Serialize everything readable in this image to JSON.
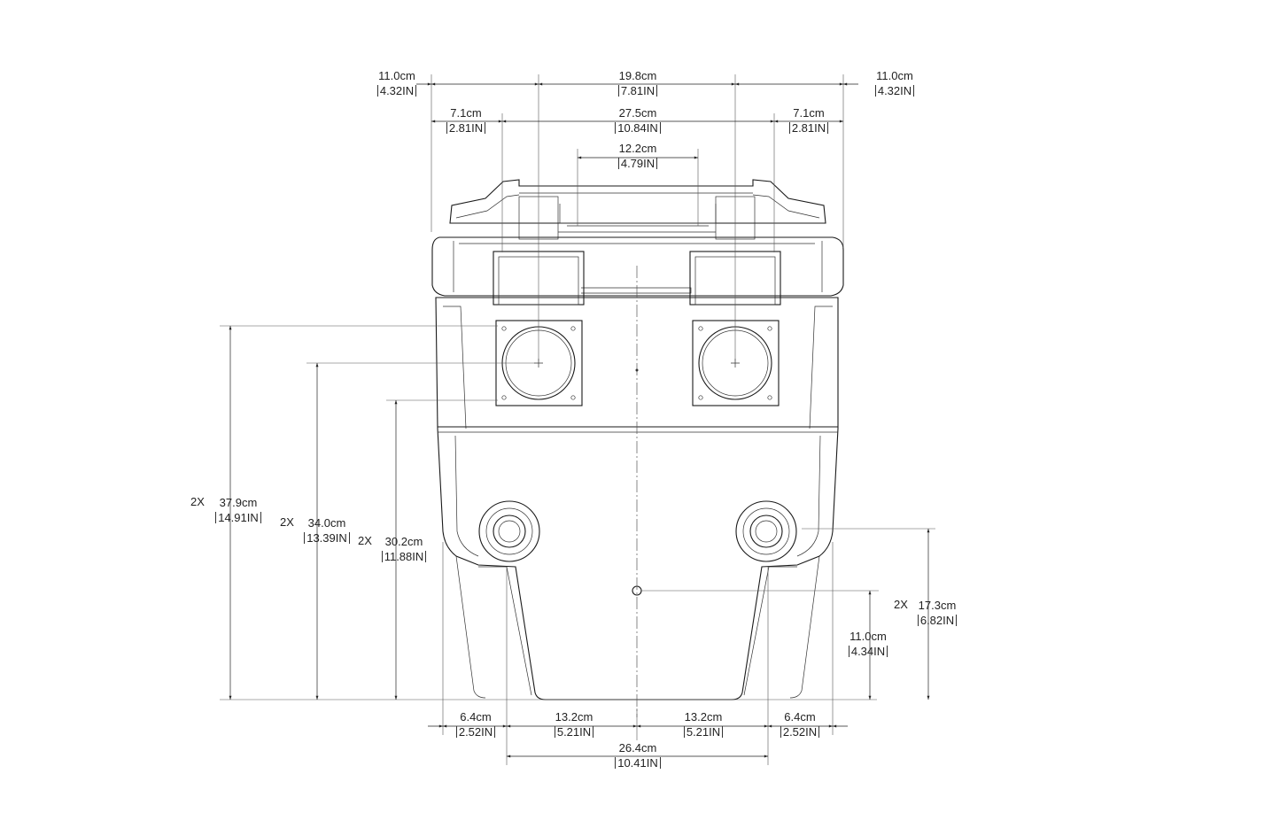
{
  "dimensions": {
    "top_outer_left": {
      "cm": "11.0cm",
      "in": "4.32IN"
    },
    "top_outer_mid": {
      "cm": "19.8cm",
      "in": "7.81IN"
    },
    "top_outer_right": {
      "cm": "11.0cm",
      "in": "4.32IN"
    },
    "top_inner_left": {
      "cm": "7.1cm",
      "in": "2.81IN"
    },
    "top_inner_mid": {
      "cm": "27.5cm",
      "in": "10.84IN"
    },
    "top_inner_right": {
      "cm": "7.1cm",
      "in": "2.81IN"
    },
    "top_handle": {
      "cm": "12.2cm",
      "in": "4.79IN"
    },
    "left_h1": {
      "prefix": "2X",
      "cm": "37.9cm",
      "in": "14.91IN"
    },
    "left_h2": {
      "prefix": "2X",
      "cm": "34.0cm",
      "in": "13.39IN"
    },
    "left_h3": {
      "prefix": "2X",
      "cm": "30.2cm",
      "in": "11.88IN"
    },
    "right_h1": {
      "prefix": "2X",
      "cm": "17.3cm",
      "in": "6.82IN"
    },
    "right_h2": {
      "cm": "11.0cm",
      "in": "4.34IN"
    },
    "bottom_left": {
      "cm": "6.4cm",
      "in": "2.52IN"
    },
    "bottom_mid_left": {
      "cm": "13.2cm",
      "in": "5.21IN"
    },
    "bottom_mid_right": {
      "cm": "13.2cm",
      "in": "5.21IN"
    },
    "bottom_right": {
      "cm": "6.4cm",
      "in": "2.52IN"
    },
    "bottom_overall": {
      "cm": "26.4cm",
      "in": "10.41IN"
    }
  }
}
